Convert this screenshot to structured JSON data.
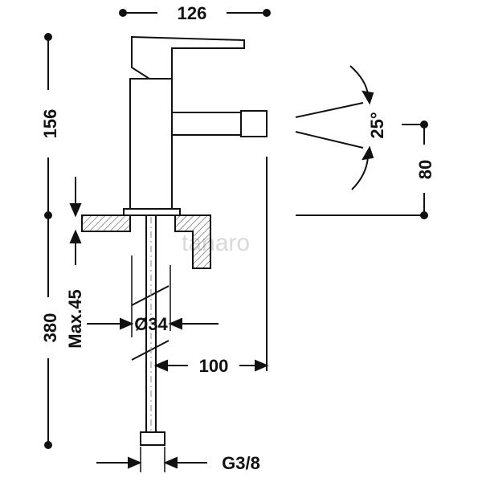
{
  "dimensions": {
    "width_top": "126",
    "height_body": "156",
    "height_total": "380",
    "max_thickness": "Max.45",
    "hole_diameter": "Ø34",
    "reach": "100",
    "angle": "25°",
    "spout_height": "80",
    "thread": "G3/8"
  },
  "watermark": "tanaro",
  "colors": {
    "line": "#111111",
    "hatch": "#555555",
    "watermark": "#d9d9d9"
  }
}
